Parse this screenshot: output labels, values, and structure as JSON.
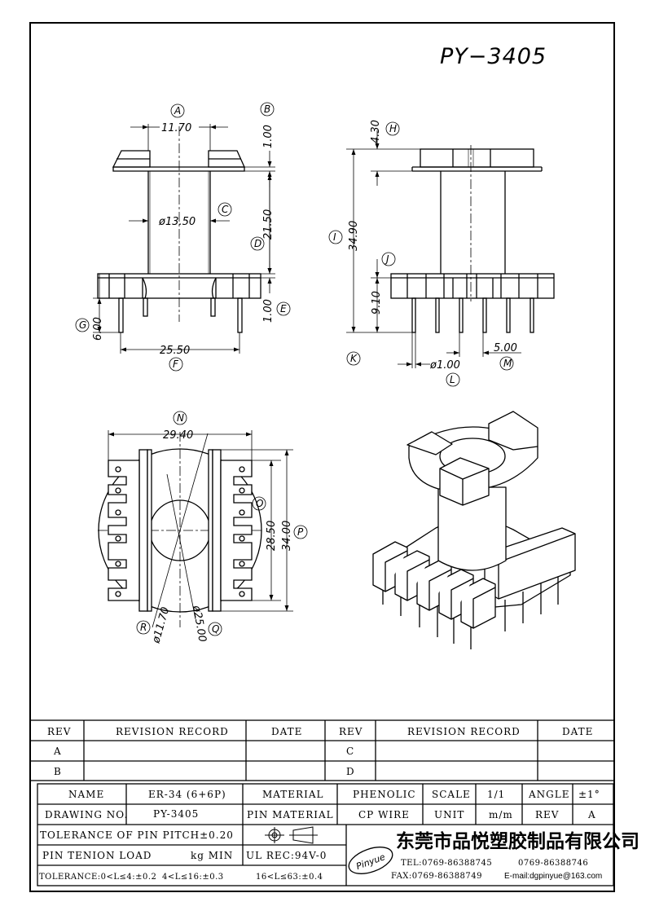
{
  "drawing": {
    "title": "PY−3405",
    "labels": {
      "A": "A",
      "B": "B",
      "C": "C",
      "D": "D",
      "E": "E",
      "F": "F",
      "G": "G",
      "H": "H",
      "I": "I",
      "J": "J",
      "K": "K",
      "L": "L",
      "M": "M",
      "N": "N",
      "O": "O",
      "P": "P",
      "Q": "Q",
      "R": "R"
    },
    "dimensions": {
      "A": "11.70",
      "B": "1.00",
      "C": "ø13.50",
      "D": "21.50",
      "E": "1.00",
      "F": "25.50",
      "G": "6.00",
      "H": "4.30",
      "I": "34.90",
      "J": "9.10",
      "L": "ø1.00",
      "M": "5.00",
      "N": "29.40",
      "O": "28.50",
      "P": "34.00",
      "Q": "ø25.00",
      "R": "ø11.70"
    }
  },
  "revision_table": {
    "left": {
      "rev": "REV",
      "record": "REVISION RECORD",
      "date": "DATE",
      "rows": [
        "A",
        "B"
      ]
    },
    "right": {
      "rev": "REV",
      "record": "REVISION RECORD",
      "date": "DATE",
      "rows": [
        "C",
        "D"
      ]
    }
  },
  "title_block": {
    "name_label": "NAME",
    "name_value": "ER-34 (6+6P)",
    "material_label": "MATERIAL",
    "material_value": "PHENOLIC",
    "scale_label": "SCALE",
    "scale_value": "1/1",
    "angle_label": "ANGLE",
    "angle_value": "±1°",
    "drawing_no_label": "DRAWING NO.",
    "drawing_no_value": "PY-3405",
    "pin_material_label": "PIN MATERIAL",
    "pin_material_value": "CP WIRE",
    "unit_label": "UNIT",
    "unit_value": "m/m",
    "rev_label": "REV",
    "rev_value": "A",
    "pin_pitch_tolerance": "TOLERANCE OF PIN PITCH±0.20",
    "pin_tension_label": "PIN TENION LOAD",
    "pin_tension_value": "kg MIN",
    "ul_rec": "UL REC:94V-0",
    "tolerance_1": "TOLERANCE:0<L≤4:±0.2",
    "tolerance_2": "4<L≤16:±0.3",
    "tolerance_3": "16<L≤63:±0.4",
    "logo_text": "Pinyue",
    "company_name": "东莞市品悦塑胶制品有限公司",
    "tel": "TEL:0769-86388745",
    "tel2": "0769-86388746",
    "fax": "FAX:0769-86388749",
    "email": "E-mail:dgpinyue@163.com"
  }
}
